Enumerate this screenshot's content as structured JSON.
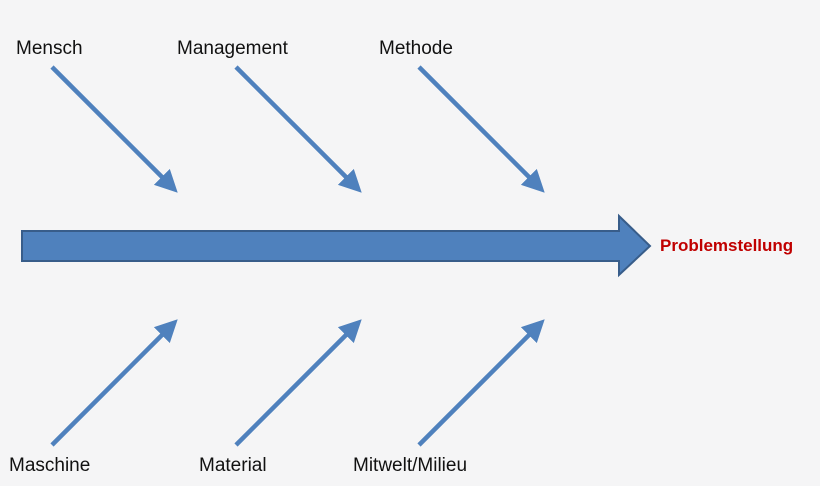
{
  "diagram": {
    "effect": "Problemstellung",
    "causes_top": [
      "Mensch",
      "Management",
      "Methode"
    ],
    "causes_bottom": [
      "Maschine",
      "Material",
      "Mitwelt/Milieu"
    ]
  },
  "colors": {
    "arrow_fill": "#4f81bd",
    "arrow_stroke": "#385d8a",
    "effect_text": "#c00000",
    "cause_text": "#111111",
    "background": "#f5f5f6"
  }
}
